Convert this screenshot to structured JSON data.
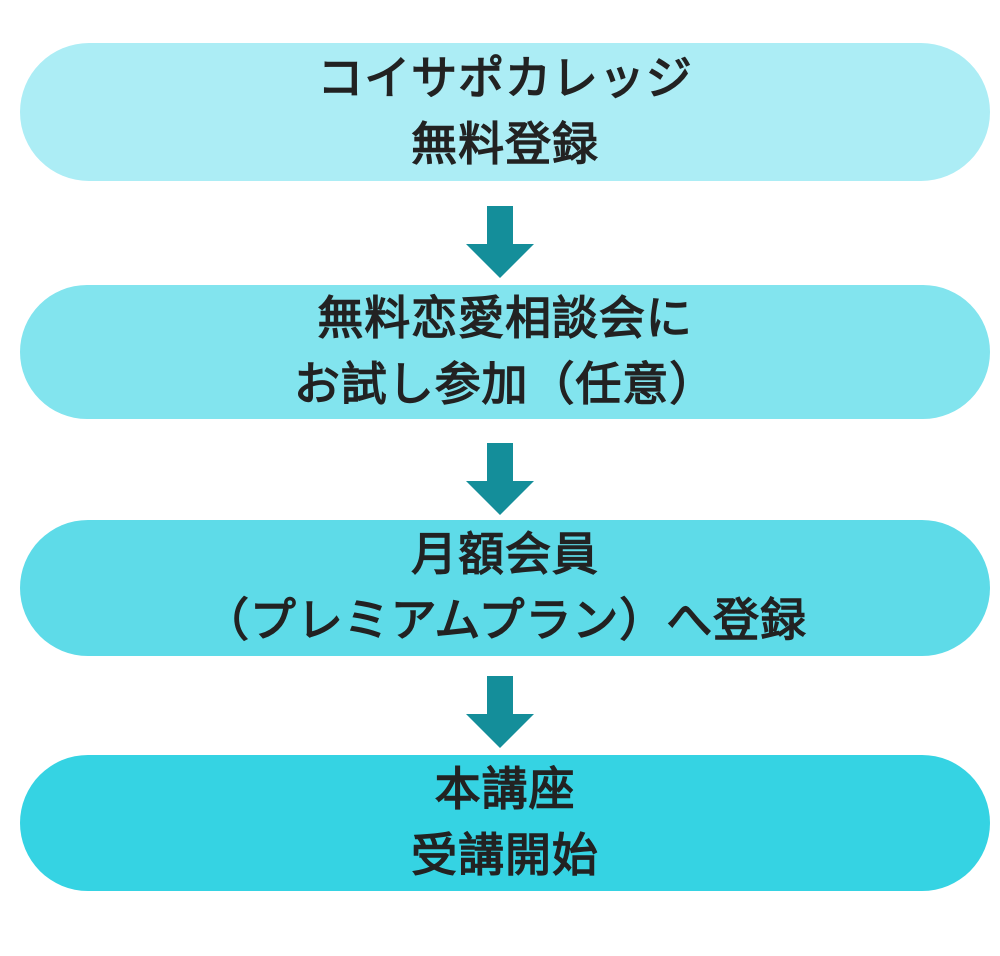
{
  "diagram": {
    "type": "vertical-flowchart",
    "background_color": "#FFFFFF",
    "text_color": "#222222",
    "arrow_color": "#148E9A",
    "orientation": "top-to-bottom",
    "step_count": 4,
    "arrow_count": 3,
    "steps": [
      {
        "id": "step-1",
        "order": 1,
        "lines": [
          "コイサポカレッジ",
          "無料登録"
        ],
        "full_text": "コイサポカレッジ 無料登録",
        "fill_color": "#ACEDF5",
        "shape": "pill"
      },
      {
        "id": "step-2",
        "order": 2,
        "lines": [
          "無料恋愛相談会に",
          "お試し参加（任意）"
        ],
        "full_text": "無料恋愛相談会にお試し参加（任意）",
        "fill_color": "#82E4EE",
        "shape": "pill"
      },
      {
        "id": "step-3",
        "order": 3,
        "lines": [
          "月額会員",
          "（プレミアムプラン）へ登録"
        ],
        "full_text": "月額会員（プレミアムプラン）へ登録",
        "fill_color": "#5EDBE8",
        "shape": "pill"
      },
      {
        "id": "step-4",
        "order": 4,
        "lines": [
          "本講座",
          "受講開始"
        ],
        "full_text": "本講座受講開始",
        "fill_color": "#35D3E3",
        "shape": "pill"
      }
    ],
    "arrows": [
      {
        "id": "arrow-1",
        "icon": "arrow-down-icon",
        "from": 1,
        "to": 2
      },
      {
        "id": "arrow-2",
        "icon": "arrow-down-icon",
        "from": 2,
        "to": 3
      },
      {
        "id": "arrow-3",
        "icon": "arrow-down-icon",
        "from": 3,
        "to": 4
      }
    ]
  }
}
